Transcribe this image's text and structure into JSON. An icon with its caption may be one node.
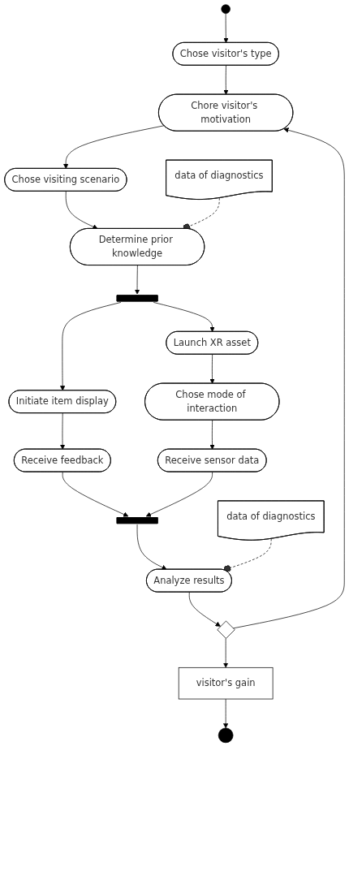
{
  "diagram": {
    "nodes": [
      {
        "text": [],
        "shape": "circle"
      },
      {
        "text": [
          "Chose visitor's type"
        ]
      },
      {
        "text": [
          "Chore visitor's motivation"
        ]
      },
      {
        "text": [
          "Chose visiting scenario"
        ]
      },
      {
        "text": [
          "Determine prior knowledge"
        ]
      },
      {
        "text": [
          "data of diagnostics"
        ]
      },
      {
        "text": [],
        "shape": "bar"
      },
      {
        "text": [
          "Initiate item display"
        ]
      },
      {
        "text": [
          "Launch XR asset"
        ]
      },
      {
        "text": [
          "Receive feedback"
        ]
      },
      {
        "text": [
          "Chose mode of interaction"
        ]
      },
      {
        "text": [
          "Receive sensor data"
        ]
      },
      {
        "text": [],
        "shape": "bar"
      },
      {
        "text": [
          "Analyze results"
        ]
      },
      {
        "text": [
          "data of diagnostics"
        ]
      },
      {
        "text": [],
        "shape": "diamond"
      },
      {
        "text": [
          "visitor's gain"
        ]
      },
      {
        "text": [],
        "shape": "circle"
      }
    ],
    "edges": [
      {
        "from": 0,
        "to": 1,
        "arrow": "to"
      },
      {
        "from": 1,
        "to": 2,
        "arrow": "to"
      },
      {
        "from": 2,
        "to": 3,
        "arrow": "to"
      },
      {
        "from": 3,
        "to": 4,
        "arrow": "to"
      },
      {
        "from": 5,
        "to": 4,
        "arrow": "other",
        "style": "dashed"
      },
      {
        "from": 4,
        "to": 6,
        "arrow": "to"
      },
      {
        "from": 6,
        "to": 7,
        "arrow": "to"
      },
      {
        "from": 6,
        "to": 8,
        "arrow": "to"
      },
      {
        "from": 7,
        "to": 9,
        "arrow": "to"
      },
      {
        "from": 8,
        "to": 10,
        "arrow": "to"
      },
      {
        "from": 10,
        "to": 11,
        "arrow": "to"
      },
      {
        "from": 9,
        "to": 12,
        "arrow": "to"
      },
      {
        "from": 11,
        "to": 12,
        "arrow": "to"
      },
      {
        "from": 12,
        "to": 13,
        "arrow": "to"
      },
      {
        "from": 14,
        "to": 13,
        "arrow": "other",
        "style": "dashed"
      },
      {
        "from": 13,
        "to": 15,
        "arrow": "to"
      },
      {
        "from": 15,
        "to": 2,
        "arrow": "to"
      },
      {
        "from": 15,
        "to": 16,
        "arrow": "to"
      },
      {
        "from": 16,
        "to": 17,
        "arrow": "to"
      }
    ]
  }
}
